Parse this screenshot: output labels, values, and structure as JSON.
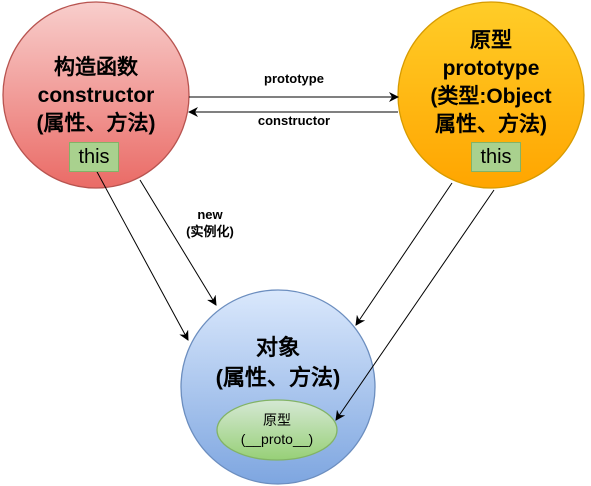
{
  "nodes": {
    "constructor": {
      "lines": [
        "构造函数",
        "constructor",
        "(属性、方法)"
      ],
      "tag": "this",
      "fill_top": "#f8cecc",
      "fill_bottom": "#ea6b66",
      "stroke": "#b85450"
    },
    "prototype": {
      "lines": [
        "原型",
        "prototype",
        "(类型:Object",
        "属性、方法)"
      ],
      "tag": "this",
      "fill_top": "#ffcd28",
      "fill_bottom": "#ffa500",
      "stroke": "#d79b00"
    },
    "object": {
      "lines": [
        "对象",
        "(属性、方法)"
      ],
      "fill_top": "#dae8fc",
      "fill_bottom": "#7ea6e0",
      "stroke": "#6c8ebf",
      "inner": {
        "lines": [
          "原型",
          "(__proto__)"
        ],
        "fill_top": "#d5e8d4",
        "fill_bottom": "#97d077",
        "stroke": "#82b366"
      }
    }
  },
  "edges": {
    "prototype_label": "prototype",
    "constructor_label": "constructor",
    "new_label_line1": "new",
    "new_label_line2": "(实例化)"
  }
}
